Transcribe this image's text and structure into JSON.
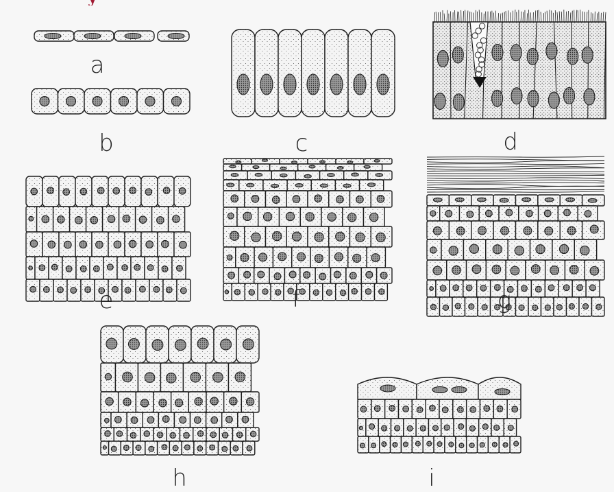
{
  "header_fragment": "y",
  "panels": [
    {
      "id": "a",
      "label": "a"
    },
    {
      "id": "b",
      "label": "b"
    },
    {
      "id": "c",
      "label": "c"
    },
    {
      "id": "d",
      "label": "d"
    },
    {
      "id": "e",
      "label": "e"
    },
    {
      "id": "f",
      "label": "f"
    },
    {
      "id": "g",
      "label": "g"
    },
    {
      "id": "h",
      "label": "h"
    },
    {
      "id": "i",
      "label": "i"
    }
  ],
  "colors": {
    "ink": "#1e1e1e",
    "background": "#f7f7f7",
    "header": "#a11b33"
  }
}
